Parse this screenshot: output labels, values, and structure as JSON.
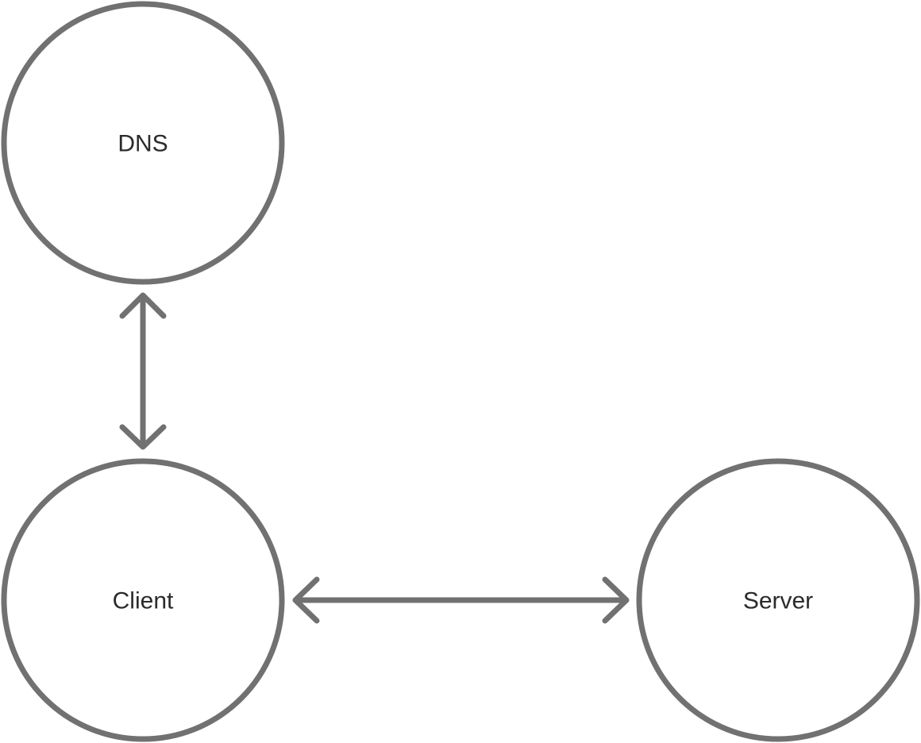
{
  "diagram": {
    "nodes": {
      "dns": {
        "label": "DNS"
      },
      "client": {
        "label": "Client"
      },
      "server": {
        "label": "Server"
      }
    },
    "edges": [
      {
        "from": "Client",
        "to": "DNS",
        "direction": "bidirectional"
      },
      {
        "from": "Client",
        "to": "Server",
        "direction": "bidirectional"
      }
    ],
    "colors": {
      "stroke": "#717171",
      "text": "#2b2b2b",
      "background": "#ffffff"
    }
  }
}
